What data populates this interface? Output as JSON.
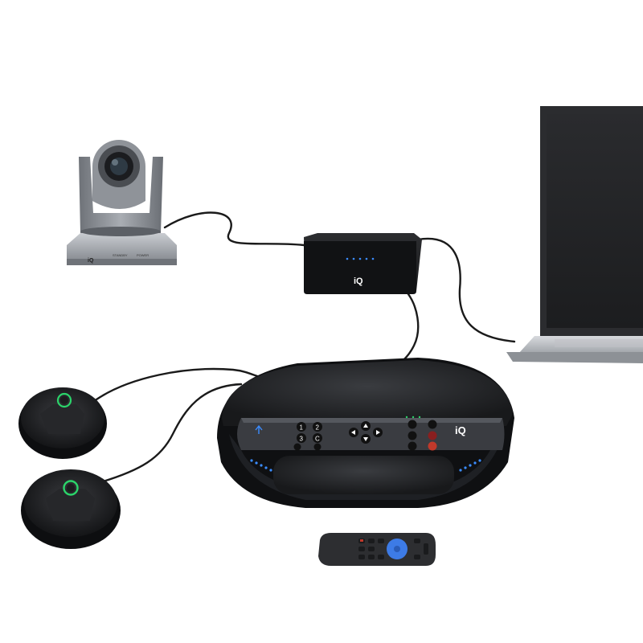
{
  "brand": {
    "logo_text": "iQ"
  },
  "camera": {
    "standby_label": "STANDBY",
    "power_label": "POWER"
  },
  "speakerphone": {
    "keys": {
      "one": "1",
      "two": "2",
      "three": "3",
      "c": "C"
    }
  },
  "colors": {
    "device_black": "#1b1c1e",
    "camera_silver": "#8c9096",
    "status_green": "#2bd46a",
    "led_blue": "#3b8cff",
    "remote_button_blue": "#3d7be6"
  },
  "icons": {
    "camera": "ptz-camera-icon",
    "hub": "hub-box-icon",
    "laptop": "laptop-icon",
    "speakerphone": "speakerphone-icon",
    "microphone": "microphone-icon",
    "remote": "remote-control-icon"
  }
}
